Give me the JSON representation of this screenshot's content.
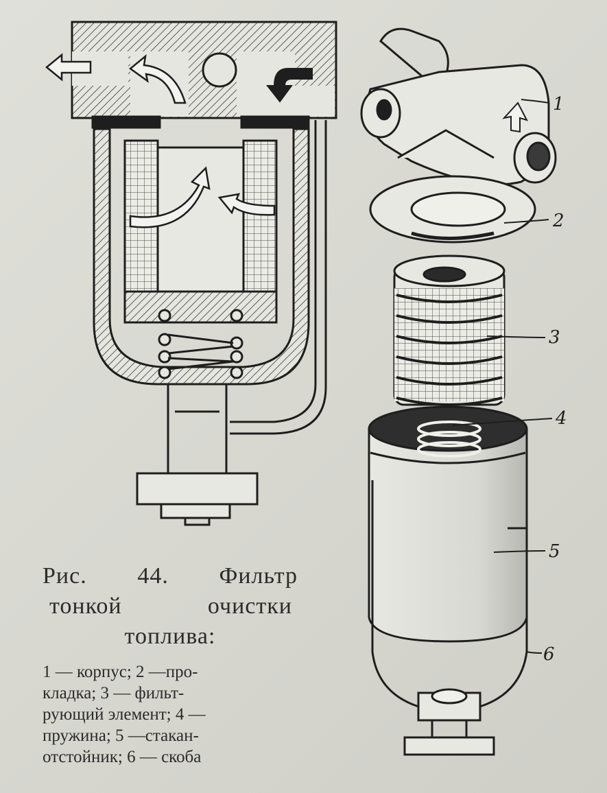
{
  "caption": {
    "fig_label": "Рис.",
    "fig_number": "44.",
    "title_word1": "Фильтр",
    "title_word2": "тонкой",
    "title_word3": "очистки",
    "title_word4": "топлива:",
    "legend_lines": [
      "1 — корпус; 2 —про-",
      "кладка; 3 — фильт-",
      "рующий элемент; 4 —",
      "пружина; 5 —стакан-",
      "отстойник; 6 — скоба"
    ]
  },
  "callouts": [
    "1",
    "2",
    "3",
    "4",
    "5",
    "6"
  ]
}
